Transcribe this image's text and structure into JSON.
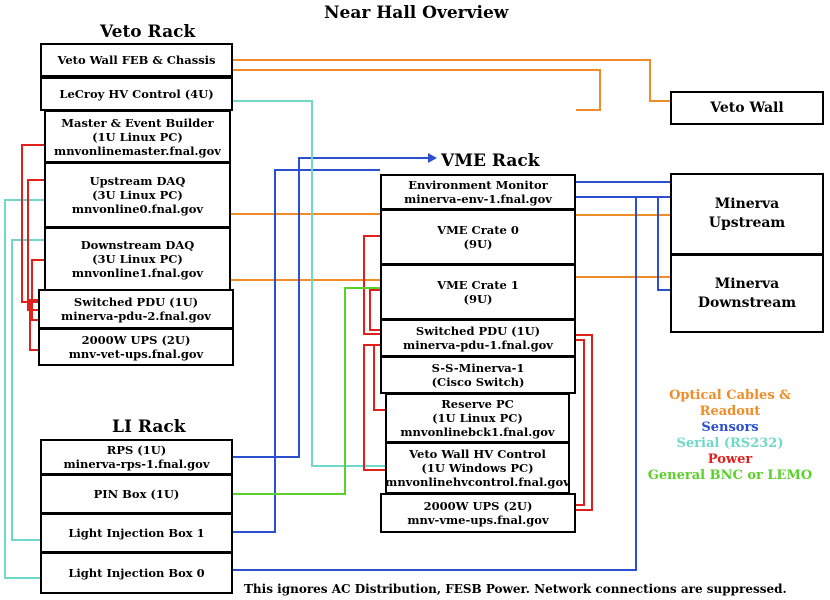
{
  "title": "Near Hall Overview",
  "racks": {
    "veto": "Veto Rack",
    "vme": "VME Rack",
    "li": "LI Rack"
  },
  "boxes": {
    "veto_wall_feb": [
      "Veto Wall FEB & Chassis"
    ],
    "lecroy_hv": [
      "LeCroy HV Control (4U)"
    ],
    "master_eb": [
      "Master & Event Builder",
      "(1U Linux PC)",
      "mnvonlinemaster.fnal.gov"
    ],
    "upstream_daq": [
      "Upstream DAQ",
      "(3U Linux PC)",
      "mnvonline0.fnal.gov"
    ],
    "downstream_daq": [
      "Downstream DAQ",
      "(3U Linux PC)",
      "mnvonline1.fnal.gov"
    ],
    "pdu_veto": [
      "Switched PDU (1U)",
      "minerva-pdu-2.fnal.gov"
    ],
    "ups_veto": [
      "2000W UPS (2U)",
      "mnv-vet-ups.fnal.gov"
    ],
    "env_monitor": [
      "Environment Monitor",
      "minerva-env-1.fnal.gov"
    ],
    "vme_crate0": [
      "VME Crate 0",
      "(9U)"
    ],
    "vme_crate1": [
      "VME Crate 1",
      "(9U)"
    ],
    "pdu_vme": [
      "Switched PDU (1U)",
      "minerva-pdu-1.fnal.gov"
    ],
    "cisco": [
      "S-S-Minerva-1",
      "(Cisco Switch)"
    ],
    "reserve_pc": [
      "Reserve PC",
      "(1U Linux PC)",
      "mnvonlinebck1.fnal.gov"
    ],
    "veto_wall_hv": [
      "Veto Wall HV Control",
      "(1U Windows PC)",
      "mnvonlinehvcontrol.fnal.gov"
    ],
    "ups_vme": [
      "2000W UPS (2U)",
      "mnv-vme-ups.fnal.gov"
    ],
    "rps": [
      "RPS (1U)",
      "minerva-rps-1.fnal.gov"
    ],
    "pin_box": [
      "PIN Box (1U)"
    ],
    "lib1": [
      "Light Injection Box 1"
    ],
    "lib0": [
      "Light Injection Box 0"
    ],
    "veto_wall": [
      "Veto Wall"
    ],
    "minerva_up": [
      "Minerva",
      "Upstream"
    ],
    "minerva_down": [
      "Minerva",
      "Downstream"
    ]
  },
  "legend": [
    {
      "label": "Optical Cables &",
      "color": "#f08c28"
    },
    {
      "label": "Readout",
      "color": "#f08c28"
    },
    {
      "label": "Sensors",
      "color": "#2a4fd0"
    },
    {
      "label": "Serial (RS232)",
      "color": "#6fd8c8"
    },
    {
      "label": "Power",
      "color": "#e0201c"
    },
    {
      "label": "General BNC or LEMO",
      "color": "#5ad02a"
    }
  ],
  "footnote": "This ignores AC Distribution, FESB Power. Network connections are suppressed."
}
